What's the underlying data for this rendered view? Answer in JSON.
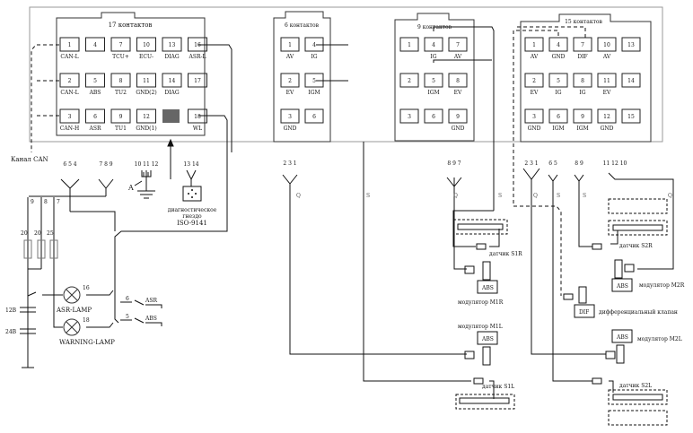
{
  "diagram": {
    "type": "wiring-schematic",
    "connectors": {
      "c17": {
        "title": "17 контактов",
        "pins": [
          {
            "n": "1",
            "label": "CAN-L"
          },
          {
            "n": "4",
            "label": ""
          },
          {
            "n": "7",
            "label": "TCU+"
          },
          {
            "n": "10",
            "label": "ECU-"
          },
          {
            "n": "13",
            "label": "DIAG"
          },
          {
            "n": "16",
            "label": "ASR-L"
          },
          {
            "n": "2",
            "label": "CAN-L"
          },
          {
            "n": "5",
            "label": "ABS"
          },
          {
            "n": "8",
            "label": "TU2"
          },
          {
            "n": "11",
            "label": "GND(2)"
          },
          {
            "n": "14",
            "label": "DIAG"
          },
          {
            "n": "17",
            "label": ""
          },
          {
            "n": "3",
            "label": "CAN-H"
          },
          {
            "n": "6",
            "label": "ASR"
          },
          {
            "n": "9",
            "label": "TU1"
          },
          {
            "n": "12",
            "label": "GND(1)"
          },
          {
            "n": "",
            "label": ""
          },
          {
            "n": "18",
            "label": "WL"
          }
        ]
      },
      "c6": {
        "title": "6 контактов",
        "pins": [
          {
            "n": "1",
            "label": "AV"
          },
          {
            "n": "4",
            "label": "IG"
          },
          {
            "n": "2",
            "label": "EV"
          },
          {
            "n": "5",
            "label": "IGM"
          },
          {
            "n": "3",
            "label": "GND"
          },
          {
            "n": "6",
            "label": ""
          }
        ]
      },
      "c9": {
        "title": "9 контактов",
        "pins": [
          {
            "n": "1",
            "label": ""
          },
          {
            "n": "4",
            "label": "IG"
          },
          {
            "n": "7",
            "label": "AV"
          },
          {
            "n": "2",
            "label": ""
          },
          {
            "n": "5",
            "label": "IGM"
          },
          {
            "n": "8",
            "label": "EV"
          },
          {
            "n": "3",
            "label": ""
          },
          {
            "n": "6",
            "label": ""
          },
          {
            "n": "9",
            "label": "GND"
          }
        ]
      },
      "c15": {
        "title": "15 контактов",
        "pins": [
          {
            "n": "1",
            "label": "AV"
          },
          {
            "n": "4",
            "label": "GND"
          },
          {
            "n": "7",
            "label": "DIF"
          },
          {
            "n": "10",
            "label": "AV"
          },
          {
            "n": "13",
            "label": ""
          },
          {
            "n": "2",
            "label": "EV"
          },
          {
            "n": "5",
            "label": "IG"
          },
          {
            "n": "8",
            "label": "IG"
          },
          {
            "n": "11",
            "label": "EV"
          },
          {
            "n": "14",
            "label": ""
          },
          {
            "n": "3",
            "label": "GND"
          },
          {
            "n": "6",
            "label": "IGM"
          },
          {
            "n": "9",
            "label": "IGM"
          },
          {
            "n": "12",
            "label": "GND"
          },
          {
            "n": "15",
            "label": ""
          }
        ]
      }
    },
    "labels": {
      "can_bus": "Канал CAN",
      "group_654": "6 5 4",
      "group_789": "7 8 9",
      "group_101112": "10 11 12",
      "group_1314": "13 14",
      "ground_arrow": "A",
      "diag_socket_1": "диагностическое",
      "diag_socket_2": "гнездо",
      "diag_socket_3": "ISO-9141",
      "fuse_9": "9",
      "fuse_8": "8",
      "fuse_7": "7",
      "fuse_a": "20",
      "fuse_b": "20",
      "fuse_c": "25",
      "v12": "12В",
      "v24": "24В",
      "asr_lamp": "ASR-LAMP",
      "warning_lamp": "WARNING-LAMP",
      "lamp_pin_a": "16",
      "lamp_pin_b": "18",
      "sw6": "6",
      "sw5": "5",
      "sw_asr": "ASR",
      "sw_abs": "ABS",
      "group_231_left": "2 3 1",
      "q_left": "Q",
      "s_mid": "S",
      "group_897": "8 9 7",
      "q_mid": "Q",
      "s_mid2": "S",
      "sensor_s1r": "датчик S1R",
      "modulator_m1r": "модулятор M1R",
      "modulator_m1l": "модулятор M1L",
      "sensor_s1l": "датчик S1L",
      "group_231_right": "2 3 1",
      "group_65": "6 5",
      "group_89": "8 9",
      "group_111210": "11 12 10",
      "q_r1": "Q",
      "s_r1": "S",
      "s_r2": "S",
      "q_r2": "Q",
      "sensor_s2r": "датчик S2R",
      "modulator_m2r": "модулятор M2R",
      "diff_valve": "дифференциальный клапан",
      "modulator_m2l": "модулятор M2L",
      "sensor_s2l": "датчик S2L",
      "abs_tag": "ABS",
      "dif_tag": "DIF",
      "pin1": "1",
      "pin2": "2"
    }
  }
}
